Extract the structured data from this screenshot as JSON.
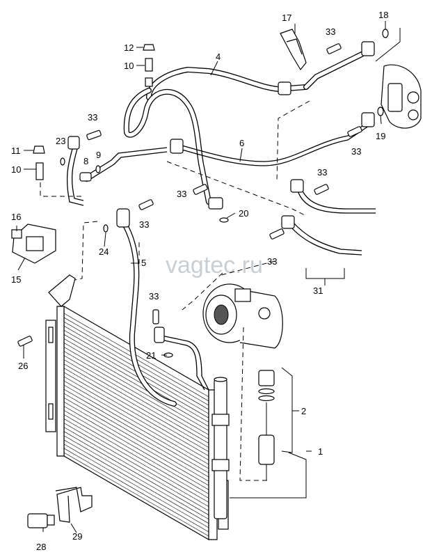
{
  "watermark": "vagtec.ru",
  "callouts": {
    "n1": "1",
    "n2": "2",
    "n4": "4",
    "n5": "5",
    "n6": "6",
    "n8": "8",
    "n9": "9",
    "n10_top": "10",
    "n10_left": "10",
    "n11": "11",
    "n12": "12",
    "n15": "15",
    "n16": "16",
    "n17": "17",
    "n18": "18",
    "n19": "19",
    "n20": "20",
    "n21": "21",
    "n23": "23",
    "n24": "24",
    "n26": "26",
    "n28": "28",
    "n29": "29",
    "n31": "31",
    "n33_a": "33",
    "n33_b": "33",
    "n33_c": "33",
    "n33_d": "33",
    "n33_e": "33",
    "n33_f": "33",
    "n33_g": "33",
    "n33_h": "33"
  }
}
